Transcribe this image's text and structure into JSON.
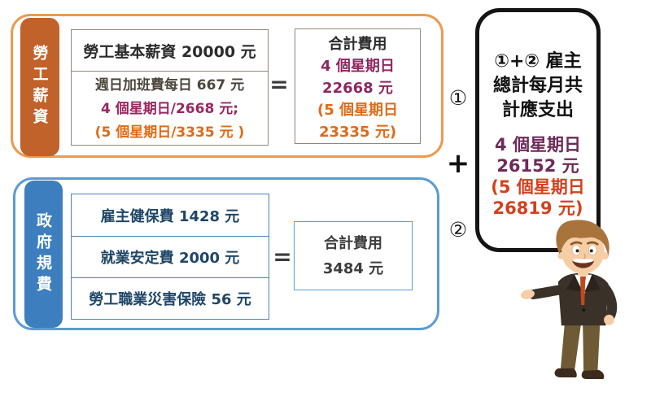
{
  "colors": {
    "orange_border": "#EC9A4D",
    "orange_tab": "#C2622B",
    "blue_border": "#5B9BD5",
    "blue_tab": "#3D7EBE",
    "maroon_text": "#8E2760",
    "orange_text": "#E06A15",
    "red_text": "#D4401E",
    "navy_text": "#1F4667"
  },
  "labor": {
    "tab_label": "勞工薪資",
    "badge": "①",
    "equals": "=",
    "base_salary": "勞工基本薪資 20000 元",
    "overtime": {
      "line1": "週日加班費每日 667 元",
      "line2": "4 個星期日/2668 元;",
      "line3": "(5 個星期日/3335 元 )"
    },
    "total": {
      "title": "合計費用",
      "line1": "4 個星期日",
      "line2": "22668 元",
      "line3": "(5 個星期日",
      "line4": "23335 元)"
    }
  },
  "government": {
    "tab_label": "政府規費",
    "badge": "②",
    "equals": "=",
    "items": [
      "雇主健保費 1428 元",
      "就業安定費 2000 元",
      "勞工職業災害保險 56 元"
    ],
    "total": {
      "title": "合計費用",
      "amount": "3484 元"
    }
  },
  "plus_sign": "+",
  "summary": {
    "heading": {
      "line1": "①+② 雇主",
      "line2": "總計每月共",
      "line3": "計應支出"
    },
    "amount": {
      "line1": "4 個星期日",
      "line2": "26152 元",
      "line3": "(5 個星期日",
      "line4": "26819 元)"
    }
  },
  "icons": {
    "figure": "businessman-cartoon"
  }
}
